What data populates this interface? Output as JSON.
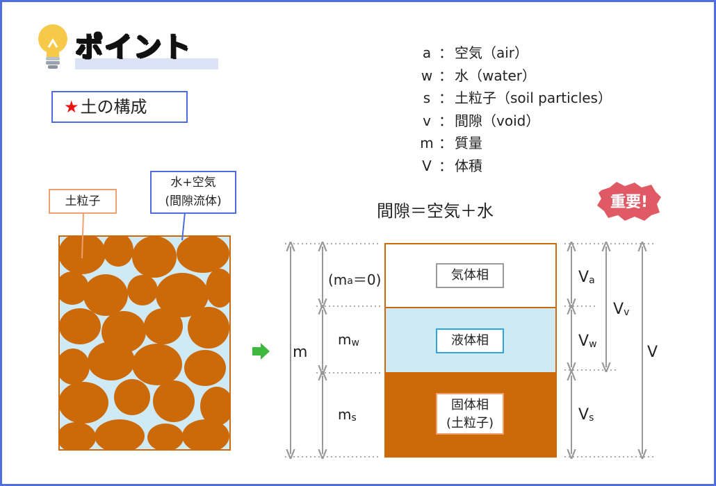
{
  "header": {
    "title": "ポイント",
    "section_star": "★",
    "section_title": "土の構成"
  },
  "legend": [
    {
      "symbol": "a",
      "meaning": "空気（air）"
    },
    {
      "symbol": "w",
      "meaning": "水（water）"
    },
    {
      "symbol": "s",
      "meaning": "土粒子（soil particles）"
    },
    {
      "symbol": "v",
      "meaning": "間隙（void）"
    },
    {
      "symbol": "m",
      "meaning": "質量"
    },
    {
      "symbol": "V",
      "meaning": "体積"
    }
  ],
  "legend_colon": "：",
  "soil_sample": {
    "soil_label": "土粒子",
    "void_label_line1": "水+空気",
    "void_label_line2": "(間隙流体)"
  },
  "equation": "間隙＝空気＋水",
  "badge": "重要!",
  "phase_diagram": {
    "gas_label": "気体相",
    "liquid_label": "液体相",
    "solid_label_line1": "固体相",
    "solid_label_line2": "(土粒子)",
    "mass_total": "m",
    "mass_air": "(m",
    "mass_air_sub": "a",
    "mass_air_tail": "＝0)",
    "mass_water": "m",
    "mass_water_sub": "w",
    "mass_solid": "m",
    "mass_solid_sub": "s",
    "vol_air": "V",
    "vol_air_sub": "a",
    "vol_water": "V",
    "vol_water_sub": "w",
    "vol_solid": "V",
    "vol_solid_sub": "s",
    "vol_void": "V",
    "vol_void_sub": "v",
    "vol_total": "V"
  },
  "colors": {
    "frame": "#4f6fe0",
    "soil": "#cc6a0a",
    "water": "#cfe9f5",
    "star": "#e11111",
    "badge": "#e05a66",
    "arrow": "#3fb83f"
  }
}
